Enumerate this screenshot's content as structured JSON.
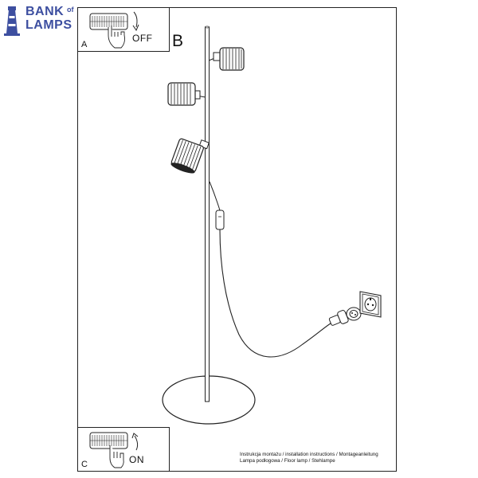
{
  "logo": {
    "bank": "BANK",
    "of": "of",
    "lamps": "LAMPS",
    "color": "#3d4fa0"
  },
  "steps": {
    "a": {
      "letter": "A",
      "label": "OFF"
    },
    "b": {
      "letter": "B"
    },
    "c": {
      "letter": "C",
      "label": "ON"
    }
  },
  "footer": {
    "line1": "Instrukcja montażu / installation instructions / Montageanleitung",
    "line2": "Lampa podłogowa / Floor lamp / Stehlampe"
  },
  "icons": [
    "lighthouse-icon",
    "hand-switch-icon",
    "arrow-down-icon",
    "arrow-up-icon",
    "wall-socket-icon",
    "plug-icon"
  ]
}
